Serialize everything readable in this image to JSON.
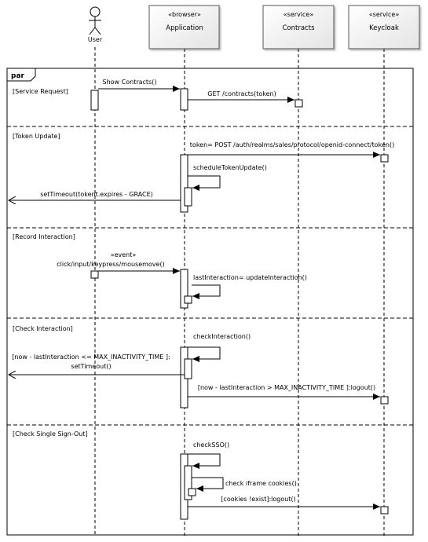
{
  "actor": {
    "name": "User"
  },
  "participants": {
    "application": {
      "stereotype": "«browser»",
      "name": "Application"
    },
    "contracts": {
      "stereotype": "«service»",
      "name": "Contracts"
    },
    "keycloak": {
      "stereotype": "«service»",
      "name": "Keycloak"
    }
  },
  "fragment": {
    "operator": "par"
  },
  "operands": {
    "service_request": "[Service Request]",
    "token_update": "[Token Update]",
    "record_interaction": "[Record Interaction]",
    "check_interaction": "[Check Interaction]",
    "check_sso": "[Check Single Sign-Out]"
  },
  "messages": {
    "show_contracts": "Show Contracts()",
    "get_contracts": "GET /contracts(token)",
    "post_token": "token= POST /auth/realms/sales/protocol/openid-connect/token()",
    "schedule_token_update": "scheduleTokenUpdate()",
    "set_timeout_grace": "setTimeout(tokent.expires - GRACE)",
    "event_stereotype": "«event»",
    "click_event": "click/input/keypress/mousemove()",
    "last_interaction": "lastInteraction= updateInteraction()",
    "check_interaction": "checkInteraction()",
    "guard_le_line1": "[now - lastInteraction <= MAX_INACTIVITY_TIME ]:",
    "guard_le_line2": "setTimeout()",
    "guard_gt_logout": "[now - lastInteraction > MAX_INACTIVITY_TIME ]:logout()",
    "check_sso": "checkSSO()",
    "check_iframe_cookies": "check iframe cookies()",
    "cookies_not_exist_logout": "[cookies !exist]:logout()"
  }
}
